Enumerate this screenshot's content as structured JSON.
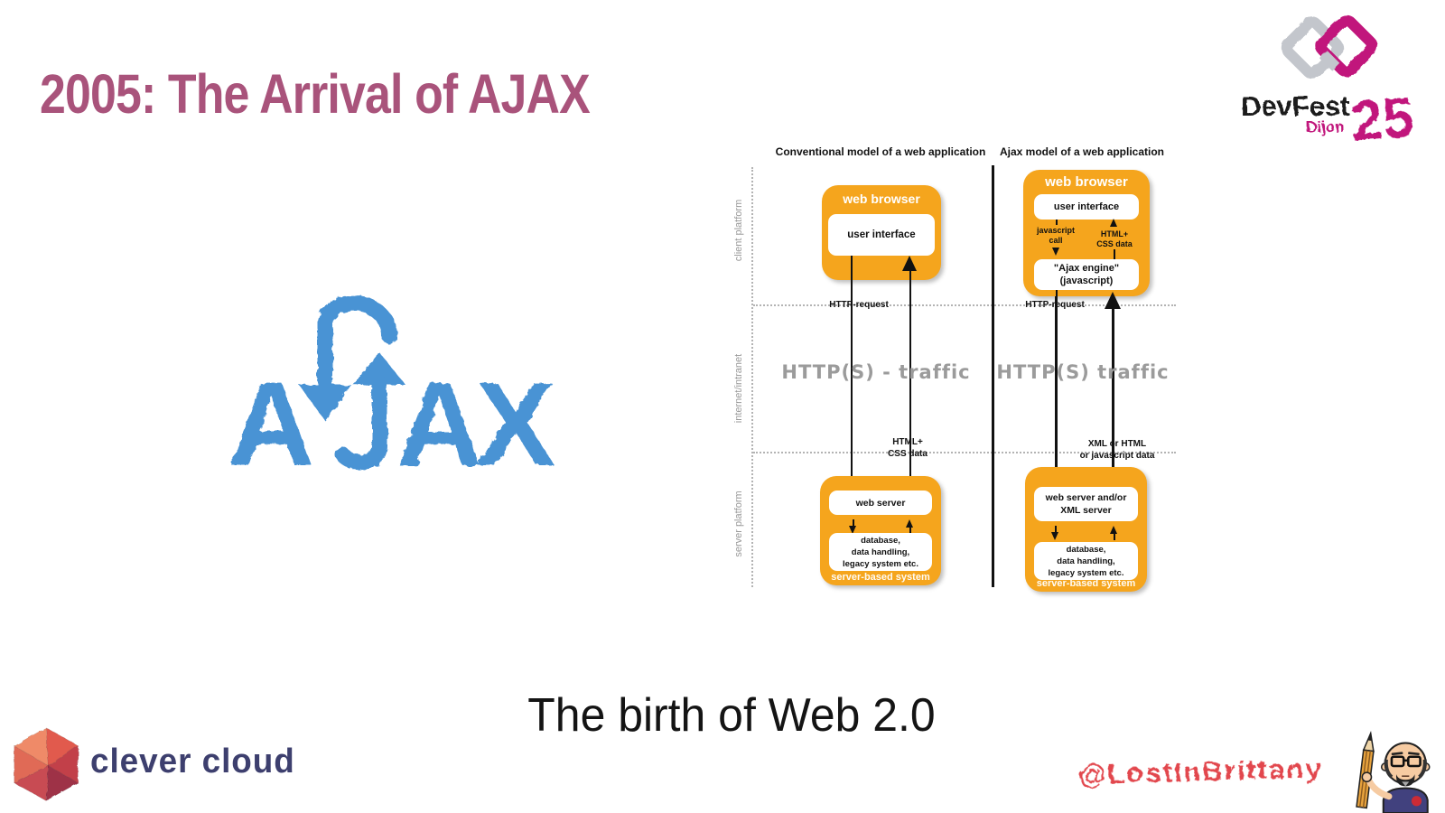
{
  "slide": {
    "title": "2005: The Arrival of AJAX",
    "subtitle": "The birth of Web 2.0"
  },
  "devfest_logo": {
    "name": "DevFest",
    "city": "Dijon",
    "year": "25",
    "magenta": "#c1187c",
    "gray": "#c3c6cc"
  },
  "ajax_logo": {
    "letter_a1": "A",
    "letter_a2": "A",
    "letter_x": "X",
    "blue": "#4a93d4"
  },
  "clever_logo": {
    "wordmark": "clever cloud",
    "navy": "#3d3f6e"
  },
  "author": {
    "handle": "@LostInBrittany",
    "red": "#e2474e"
  },
  "diagram": {
    "orange": "#f5a51d",
    "axis": {
      "client": "client platform",
      "internet": "internet/intranet",
      "server": "server platform"
    },
    "conventional": {
      "header": "Conventional model of a web application",
      "browser_title": "web browser",
      "ui_label": "user interface",
      "http_request": "HTTP-request",
      "traffic": "HTTP(S) - traffic",
      "response_l1": "HTML+",
      "response_l2": "CSS data",
      "web_server": "web server",
      "backend_l1": "database,",
      "backend_l2": "data handling,",
      "backend_l3": "legacy system etc.",
      "footer": "server-based system"
    },
    "ajax": {
      "header": "Ajax model of a web application",
      "browser_title": "web browser",
      "ui_label": "user interface",
      "js_call_l1": "javascript",
      "js_call_l2": "call",
      "htmlcss_l1": "HTML+",
      "htmlcss_l2": "CSS data",
      "engine_l1": "\"Ajax engine\"",
      "engine_l2": "(javascript)",
      "http_request": "HTTP-request",
      "traffic": "HTTP(S) traffic",
      "response_l1": "XML or HTML",
      "response_l2": "or javascript data",
      "web_server_l1": "web server and/or",
      "web_server_l2": "XML server",
      "backend_l1": "database,",
      "backend_l2": "data handling,",
      "backend_l3": "legacy system etc.",
      "footer": "server-based system"
    }
  }
}
